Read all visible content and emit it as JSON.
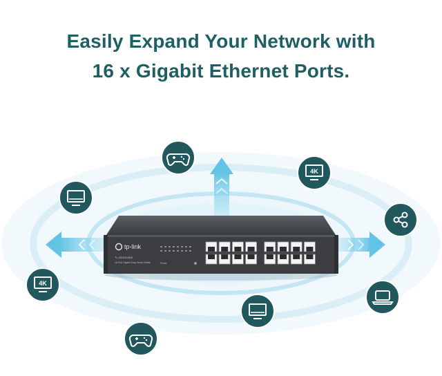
{
  "headline": {
    "line1": "Easily Expand Your Network with",
    "line2": "16 x Gigabit Ethernet Ports."
  },
  "device": {
    "brand": "tp-link",
    "model": "TL-SG1016DE",
    "description": "16-Port Gigabit Easy Smart Switch",
    "port_count": 16,
    "power_label": "Power"
  },
  "icons": {
    "left_top": "monitor-icon",
    "top_left": "gamepad-icon",
    "top_right_badge": "4K",
    "right": "share-network-icon",
    "left_badge": "4K",
    "bottom_center": "monitor-icon",
    "bottom_right": "laptop-icon",
    "bottom_left": "gamepad-icon"
  },
  "colors": {
    "teal_dark": "#1f5e63",
    "icon_circle": "#21585d",
    "ring": "#dff1f7",
    "arrow": "#6cc8e6",
    "switch_body": "#3b3d40"
  }
}
